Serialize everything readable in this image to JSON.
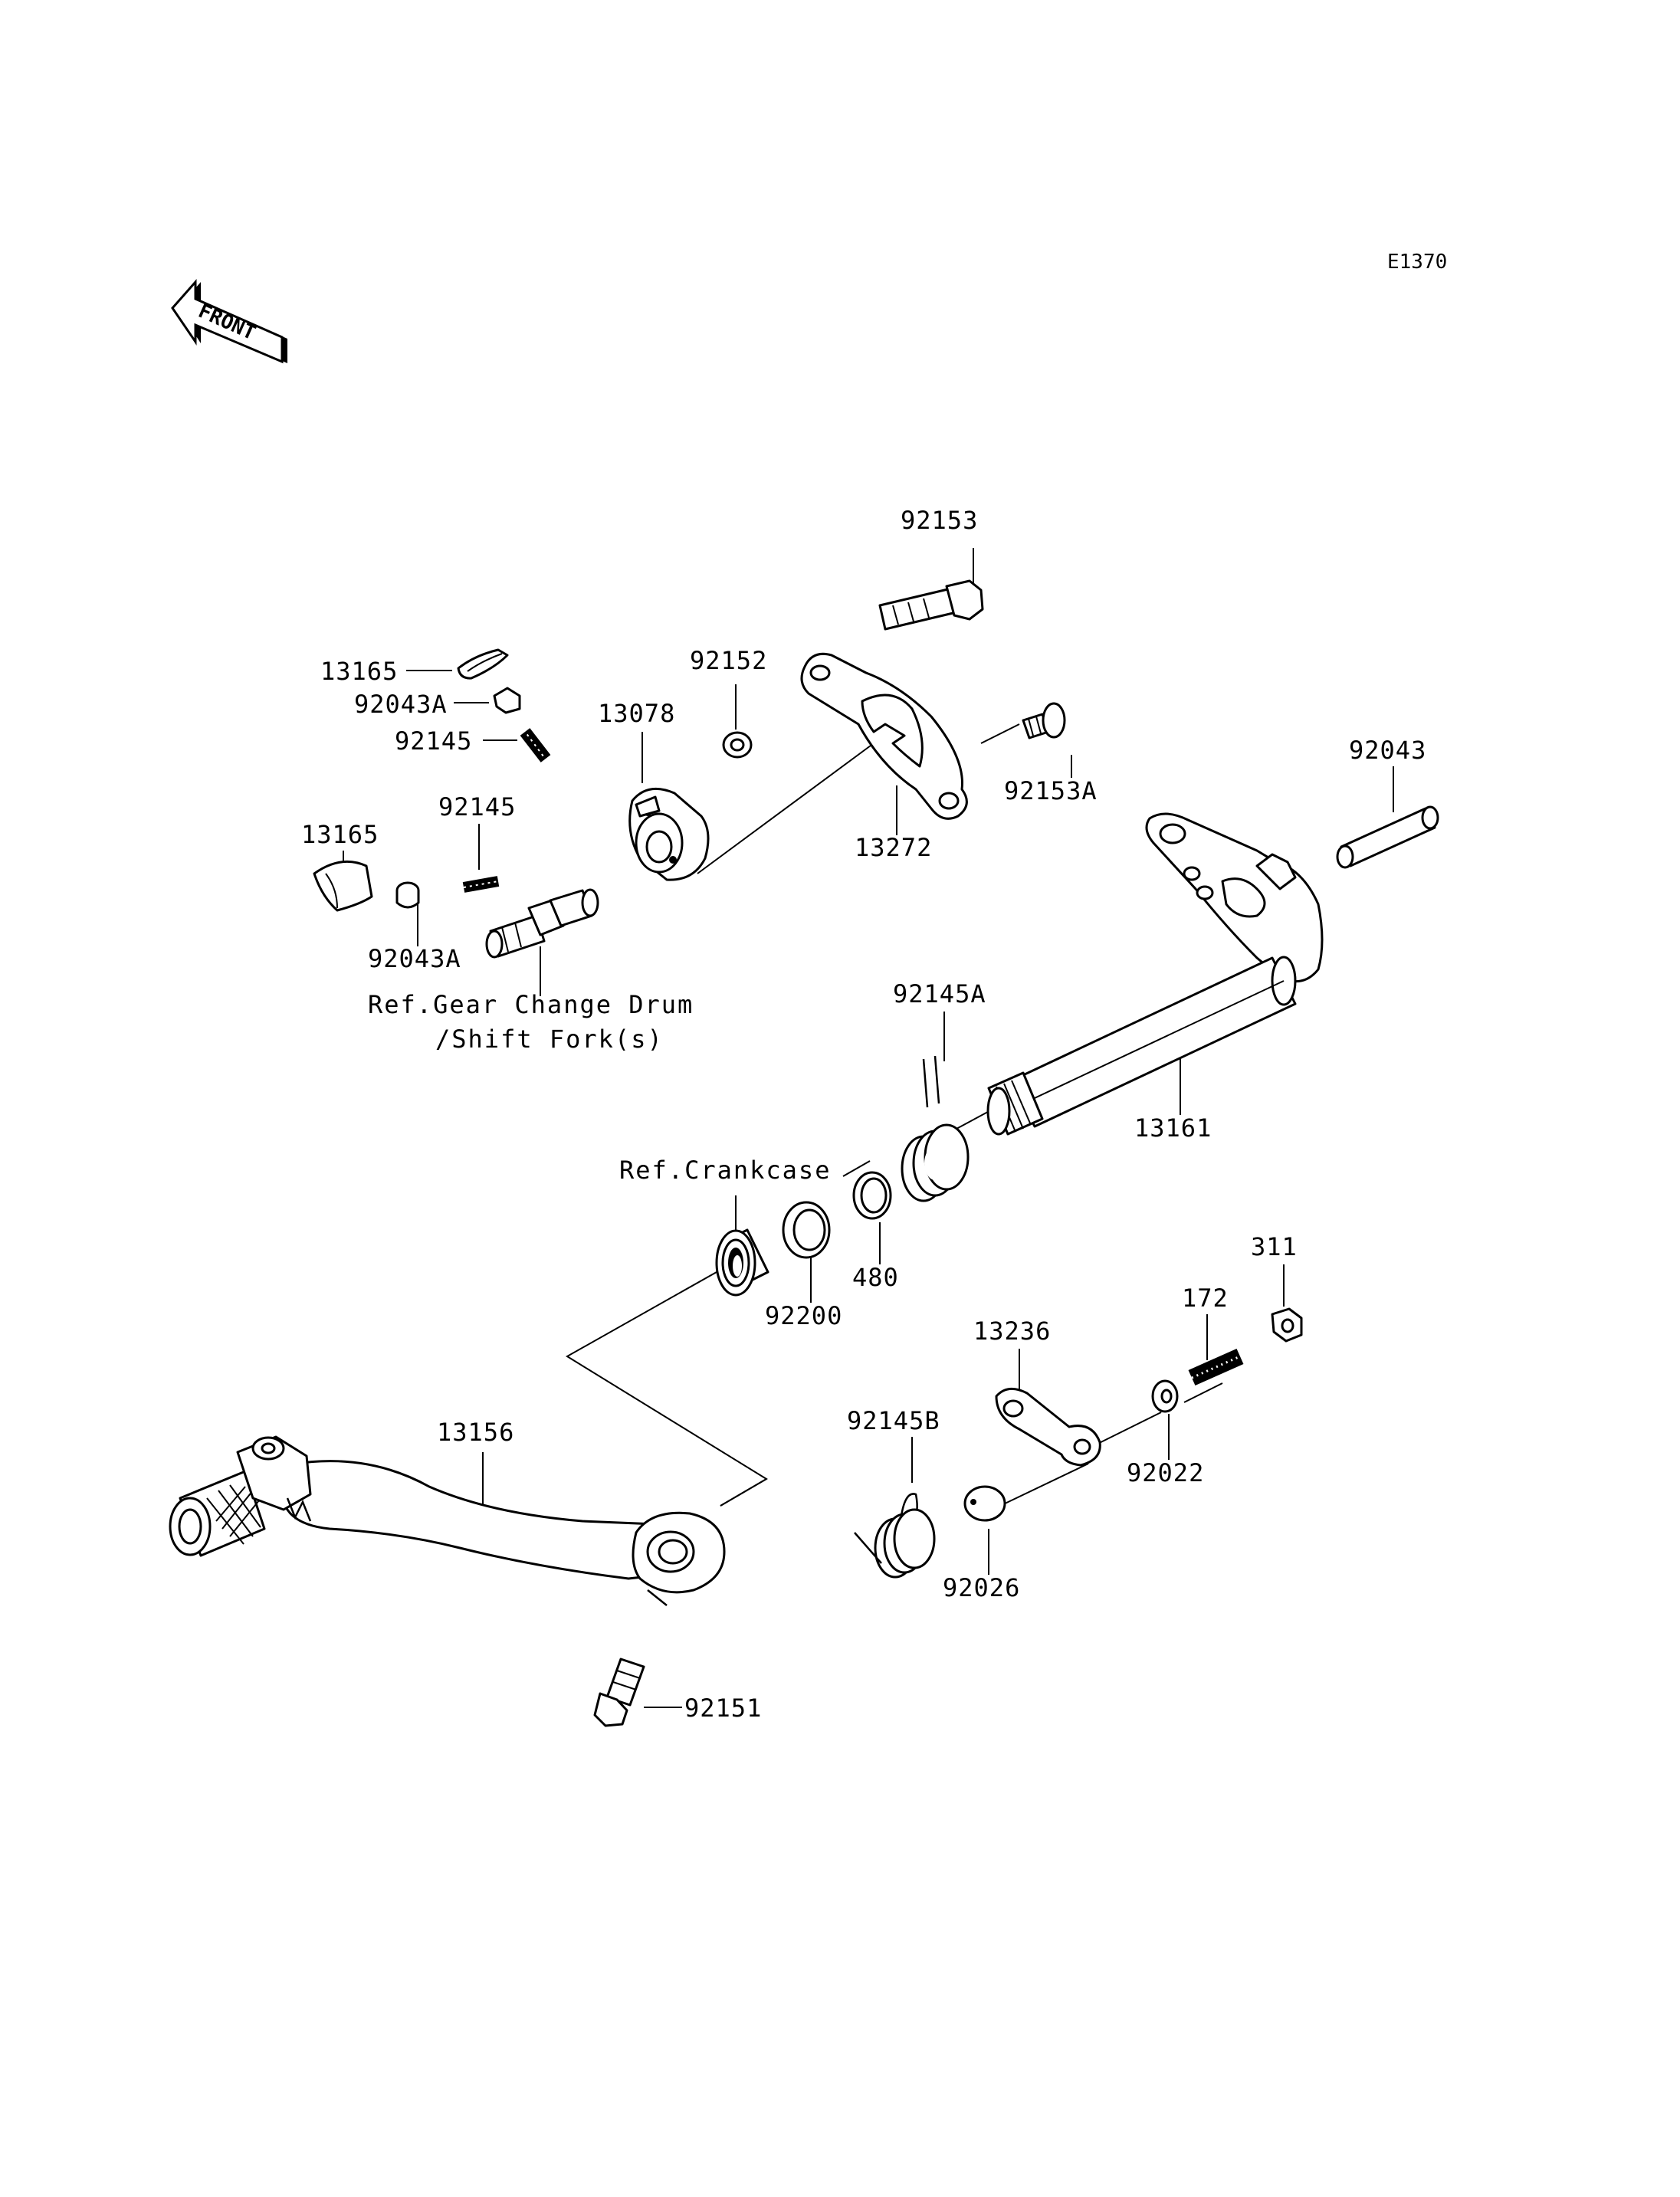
{
  "diagram_code": "E1370",
  "front_badge": "FRONT",
  "labels": {
    "p92153": "92153",
    "p13165_top": "13165",
    "p92043A_top": "92043A",
    "p92145_top": "92145",
    "p92152": "92152",
    "p13078": "13078",
    "p92153A": "92153A",
    "p13272": "13272",
    "p92043": "92043",
    "p13165_left": "13165",
    "p92145_mid": "92145",
    "p92043A_low": "92043A",
    "p92145A": "92145A",
    "p13161": "13161",
    "p480": "480",
    "p92200": "92200",
    "p311": "311",
    "p172": "172",
    "p13236": "13236",
    "p92145B": "92145B",
    "p92022": "92022",
    "p92026": "92026",
    "p13156": "13156",
    "p92151": "92151"
  },
  "refs": {
    "gear_drum_line1": "Ref.Gear Change Drum",
    "gear_drum_line2": "/Shift Fork(s)",
    "crankcase": "Ref.Crankcase"
  }
}
